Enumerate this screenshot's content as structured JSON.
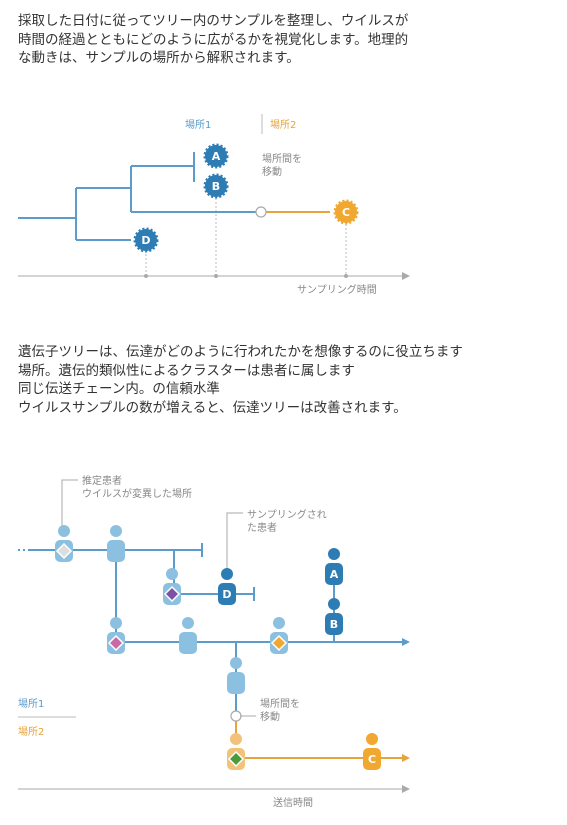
{
  "intro": {
    "lines": [
      "採取した日付に従ってツリー内のサンプルを整理し、ウイルスが",
      "時間の経過とともにどのように広がるかを視覚化します。地理的",
      "な動きは、サンプルの場所から解釈されます。"
    ]
  },
  "tree_diagram": {
    "location1_label": "場所1",
    "location2_label": "場所2",
    "move_label_line1": "場所間を",
    "move_label_line2": "移動",
    "axis_label": "サンプリング時間",
    "samples": [
      "A",
      "B",
      "C",
      "D"
    ],
    "colors": {
      "location1": "#5b9ccb",
      "location1_dark": "#2e7cb4",
      "location2": "#e8a33d",
      "location2_node": "#f0a830",
      "axis": "#aaaaaa"
    }
  },
  "mid_text": {
    "lines": [
      "遺伝子ツリーは、伝達がどのように行われたかを想像するのに役立ちます",
      "場所。遺伝的類似性によるクラスターは患者に属します",
      "同じ伝送チェーン内。の信頼水準",
      "ウイルスサンプルの数が増えると、伝達ツリーは改善されます。"
    ]
  },
  "transmission_diagram": {
    "inferred_label_line1": "推定患者",
    "inferred_label_line2": "ウイルスが変異した場所",
    "sampled_label_line1": "サンプリングされ",
    "sampled_label_line2": "た患者",
    "move_label_line1": "場所間を",
    "move_label_line2": "移動",
    "location1_label": "場所1",
    "location2_label": "場所2",
    "axis_label": "送信時間",
    "samples": [
      "A",
      "B",
      "C",
      "D"
    ],
    "colors": {
      "patient_light": "#8cc0e0",
      "patient_dark": "#2e7cb4",
      "orange": "#f0a830",
      "orange_light": "#f3c27a",
      "purple": "#7b52a3",
      "pink": "#c96aa6",
      "green": "#4c9a3c",
      "diamond_orange": "#f0a830"
    }
  }
}
